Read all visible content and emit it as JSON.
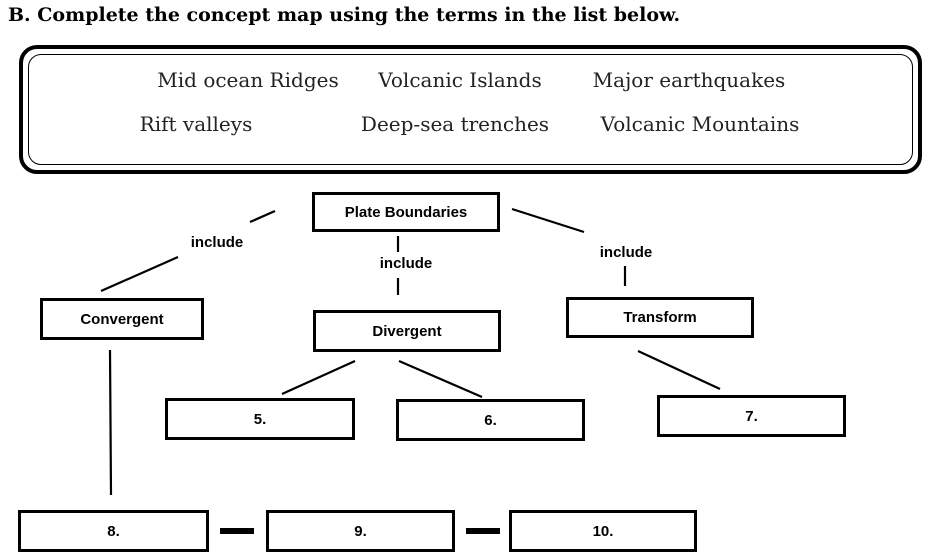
{
  "heading": "B. Complete the concept map using the terms in the list below.",
  "terms": [
    "Mid ocean Ridges",
    "Volcanic Islands",
    "Major earthquakes",
    "Rift valleys",
    "Deep-sea trenches",
    "Volcanic Mountains"
  ],
  "nodes": {
    "root": "Plate Boundaries",
    "convergent": "Convergent",
    "divergent": "Divergent",
    "transform": "Transform",
    "blank5": "5.",
    "blank6": "6.",
    "blank7": "7.",
    "blank8": "8.",
    "blank9": "9.",
    "blank10": "10."
  },
  "link_labels": {
    "left": "include",
    "middle": "include",
    "right": "include"
  }
}
